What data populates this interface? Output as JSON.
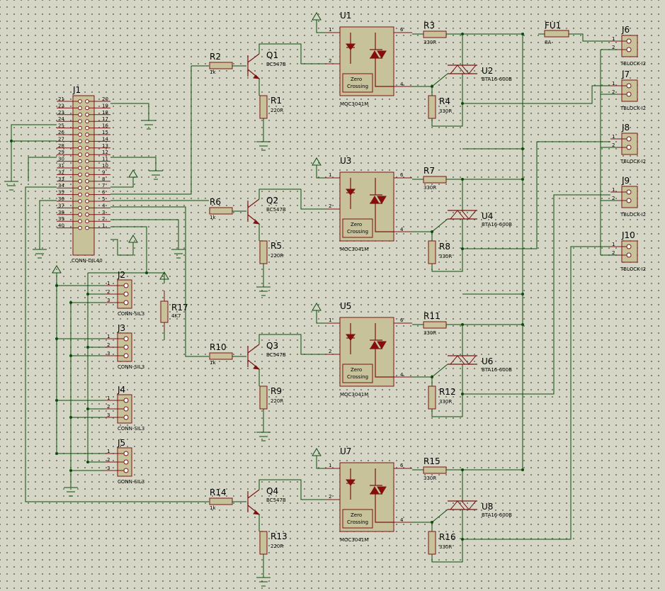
{
  "j1": {
    "ref": "J1",
    "part": "CONN-DIL40",
    "left_pins": [
      "21",
      "22",
      "23",
      "24",
      "25",
      "26",
      "27",
      "28",
      "29",
      "30",
      "31",
      "32",
      "33",
      "34",
      "35",
      "36",
      "37",
      "38",
      "39",
      "40"
    ],
    "right_pins": [
      "20",
      "19",
      "18",
      "17",
      "16",
      "15",
      "14",
      "13",
      "12",
      "11",
      "10",
      "9",
      "8",
      "7",
      "6",
      "5",
      "4",
      "3",
      "2",
      "1"
    ]
  },
  "sil": {
    "part": "CONN-SIL3",
    "pins": [
      "1",
      "2",
      "3"
    ],
    "refs": [
      "J2",
      "J3",
      "J4",
      "J5"
    ]
  },
  "r17": {
    "ref": "R17",
    "value": "4K7"
  },
  "channels": [
    {
      "rin": "R2",
      "rin_v": "1k",
      "q": "Q1",
      "qv": "BC547B",
      "re": "R1",
      "re_v": "220R",
      "u": "U1",
      "uv": "MOC3041M",
      "rg": "R3",
      "rg_v": "330R",
      "rk": "R4",
      "rk_v": "330R",
      "tr": "U2",
      "trv": "BTA16-600B"
    },
    {
      "rin": "R6",
      "rin_v": "1k",
      "q": "Q2",
      "qv": "BC547B",
      "re": "R5",
      "re_v": "220R",
      "u": "U3",
      "uv": "MOC3041M",
      "rg": "R7",
      "rg_v": "330R",
      "rk": "R8",
      "rk_v": "330R",
      "tr": "U4",
      "trv": "BTA16-600B"
    },
    {
      "rin": "R10",
      "rin_v": "1k",
      "q": "Q3",
      "qv": "BC547B",
      "re": "R9",
      "re_v": "220R",
      "u": "U5",
      "uv": "MOC3041M",
      "rg": "R11",
      "rg_v": "330R",
      "rk": "R12",
      "rk_v": "330R",
      "tr": "U6",
      "trv": "BTA16-600B"
    },
    {
      "rin": "R14",
      "rin_v": "1k",
      "q": "Q4",
      "qv": "BC547B",
      "re": "R13",
      "re_v": "220R",
      "u": "U7",
      "uv": "MOC3041M",
      "rg": "R15",
      "rg_v": "330R",
      "rk": "R16",
      "rk_v": "330R",
      "tr": "U8",
      "trv": "BTA16-600B"
    }
  ],
  "opto": {
    "zero": "Zero",
    "crossing": "Crossing",
    "pins": [
      "1",
      "2",
      "4",
      "6"
    ]
  },
  "fuse": {
    "ref": "FU1",
    "value": "8A"
  },
  "tblock": {
    "part": "TBLOCK-I2",
    "pins": [
      "1",
      "2"
    ],
    "refs": [
      "J6",
      "J7",
      "J8",
      "J9",
      "J10"
    ]
  }
}
